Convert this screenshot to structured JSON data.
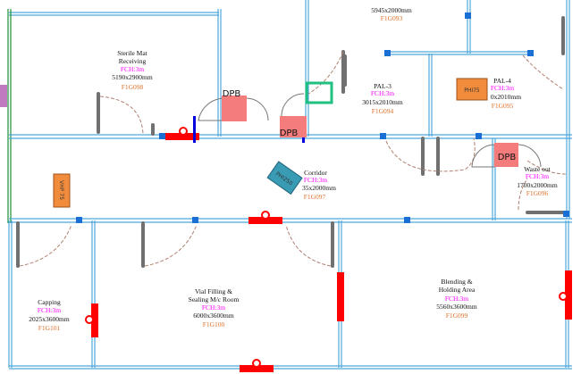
{
  "rooms": [
    {
      "name": "Sterile Mat",
      "name2": "Receiving",
      "fch": "FCH:3m",
      "size": "5190x2900mm",
      "code": "F1G098"
    },
    {
      "name": "",
      "fch": "",
      "size": "5945x2000mm",
      "code": "F1G093"
    },
    {
      "name": "PAL-3",
      "fch": "FCH:3m",
      "size": "3015x2010mm",
      "code": "F1G094"
    },
    {
      "name": "PAL-4",
      "fch": "FCH:3m",
      "size": "0x2010mm",
      "code": "F1G095"
    },
    {
      "name": "Corridor",
      "fch": "FCH:3m",
      "size": "35x2000mm",
      "code": "F1G097"
    },
    {
      "name": "Waste out",
      "fch": "FCH:3m",
      "size": "1700x2000mm",
      "code": "F1G096"
    },
    {
      "name": "Capping",
      "fch": "FCH:3m",
      "size": "2025x3600mm",
      "code": "F1G101"
    },
    {
      "name": "Vial Filling &",
      "name2": "Sealing M/c Room",
      "fch": "FCH:3m",
      "size": "6000x3600mm",
      "code": "F1G100"
    },
    {
      "name": "Blending &",
      "name2": "Holding Area",
      "fch": "FCH:3m",
      "size": "5560x3600mm",
      "code": "F1G099"
    }
  ],
  "equipment": {
    "dpb": "DPB",
    "phi75": "PHI75",
    "phi250": "PHI250",
    "vhp75": "VHP 75"
  },
  "colors": {
    "wall": "#4ea6dc",
    "dpb": "#f47c7c",
    "ahu": "#f08c3c",
    "phi250": "#3a9bb5",
    "fire": "#ff0000"
  }
}
